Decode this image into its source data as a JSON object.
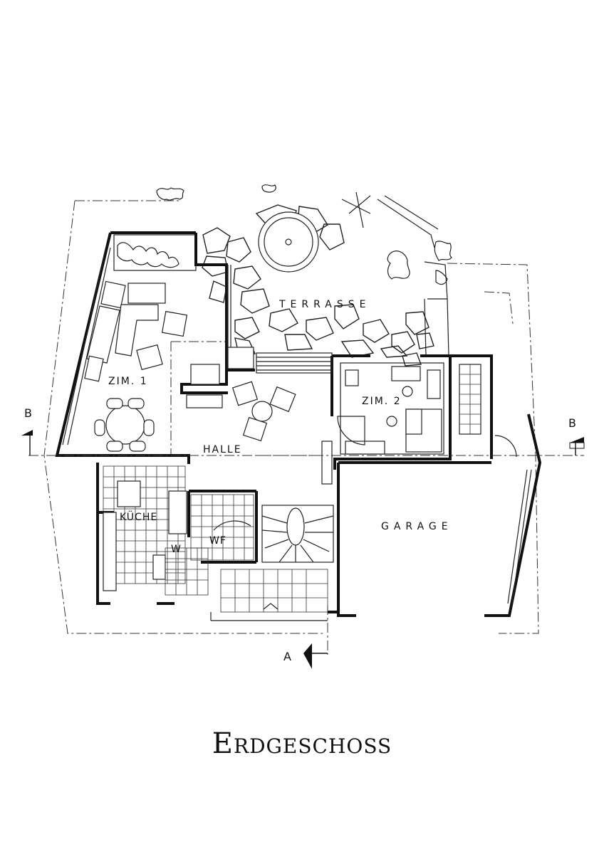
{
  "rooms": {
    "terrasse": "TERRASSE",
    "zim1": "ZIM. 1",
    "zim2": "ZIM. 2",
    "halle": "HALLE",
    "kueche": "KÜCHE",
    "wf": "WF",
    "w": "W",
    "garage": "GARAGE"
  },
  "sections": {
    "b_left": "B",
    "b_right": "B",
    "a": "A"
  },
  "title": "Erdgeschoss",
  "icons": {
    "table": "round-table-icon",
    "plants": "plant-icon",
    "stairs": "staircase-icon",
    "section_arrow": "section-arrow-icon"
  }
}
